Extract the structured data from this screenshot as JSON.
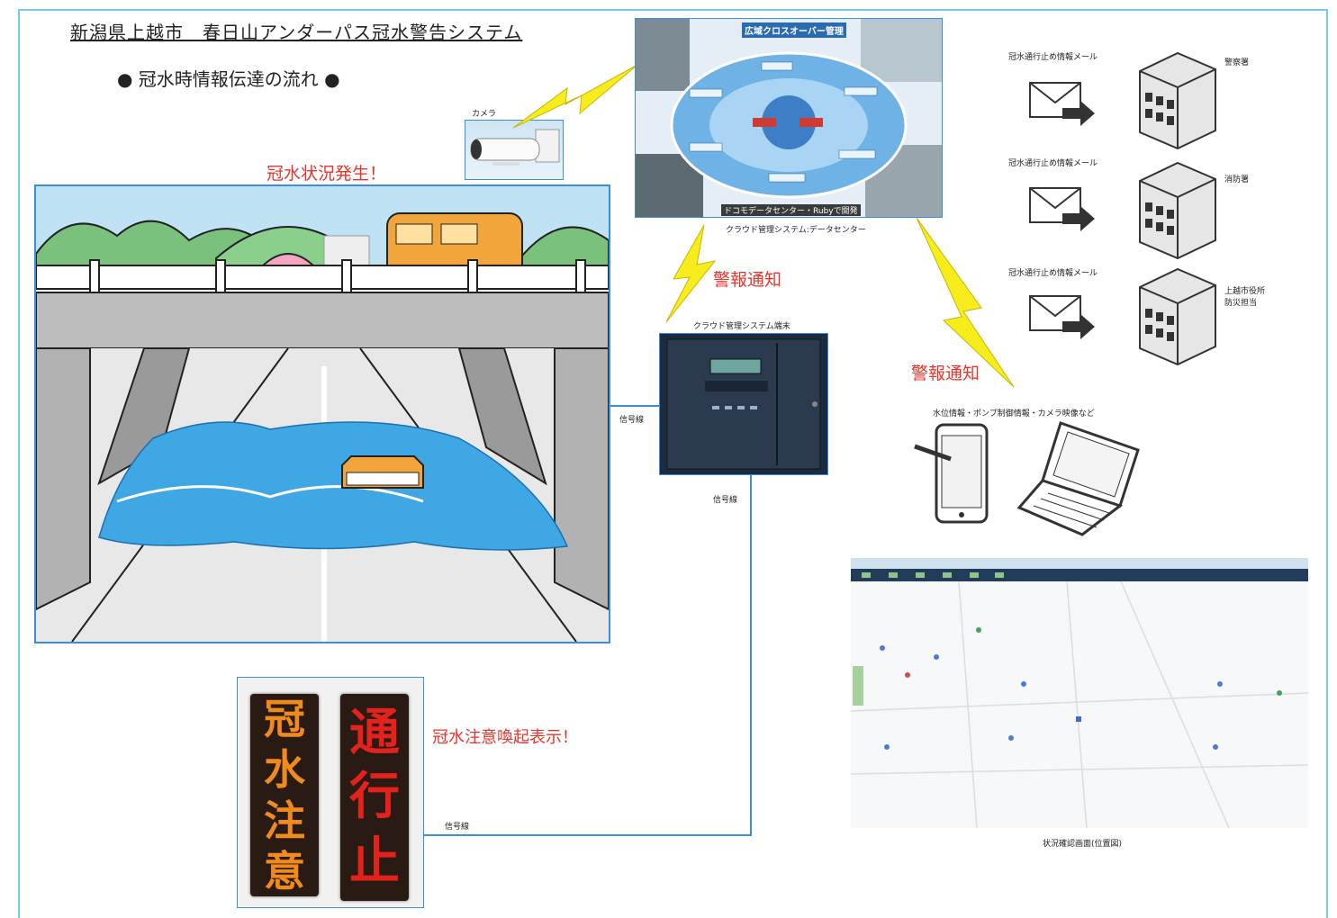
{
  "title": "新潟県上越市　春日山アンダーパス冠水警告システム",
  "subtitle": "● 冠水時情報伝達の流れ ●",
  "labels": {
    "flood_occur": "冠水状況発生！",
    "alert1": "警報通知",
    "alert2": "警報通知",
    "warning_display": "冠水注意喚起表示！",
    "camera": "カメラ",
    "signal_line_1": "信号線",
    "signal_line_2": "信号線",
    "signal_line_3": "信号線",
    "controller": "クラウド管理システム端末",
    "cloud_caption": "クラウド管理システム:データセンター",
    "docomo": "ドコモデータセンター・Rubyで開発",
    "cloud_header": "広域クロスオーバー管理",
    "info_types": "水位情報・ポンプ制御情報・カメラ映像など",
    "map_caption": "状況確認画面(位置図)"
  },
  "recipients": [
    {
      "mail": "冠水通行止め情報メール",
      "org": "警察署"
    },
    {
      "mail": "冠水通行止め情報メール",
      "org": "消防署"
    },
    {
      "mail": "冠水通行止め情報メール",
      "org": "上越市役所\n防災担当"
    }
  ],
  "led": {
    "left": [
      "冠",
      "水",
      "注",
      "意"
    ],
    "right": [
      "通",
      "行",
      "止"
    ]
  },
  "colors": {
    "frame": "#7ec8ea",
    "box_border": "#3a8fd8",
    "alert_red": "#e8342a",
    "bolt_yellow": "#f7ec1c",
    "led_orange": "#f08a1c",
    "led_red": "#e3221b",
    "water": "#3fa7e3"
  }
}
